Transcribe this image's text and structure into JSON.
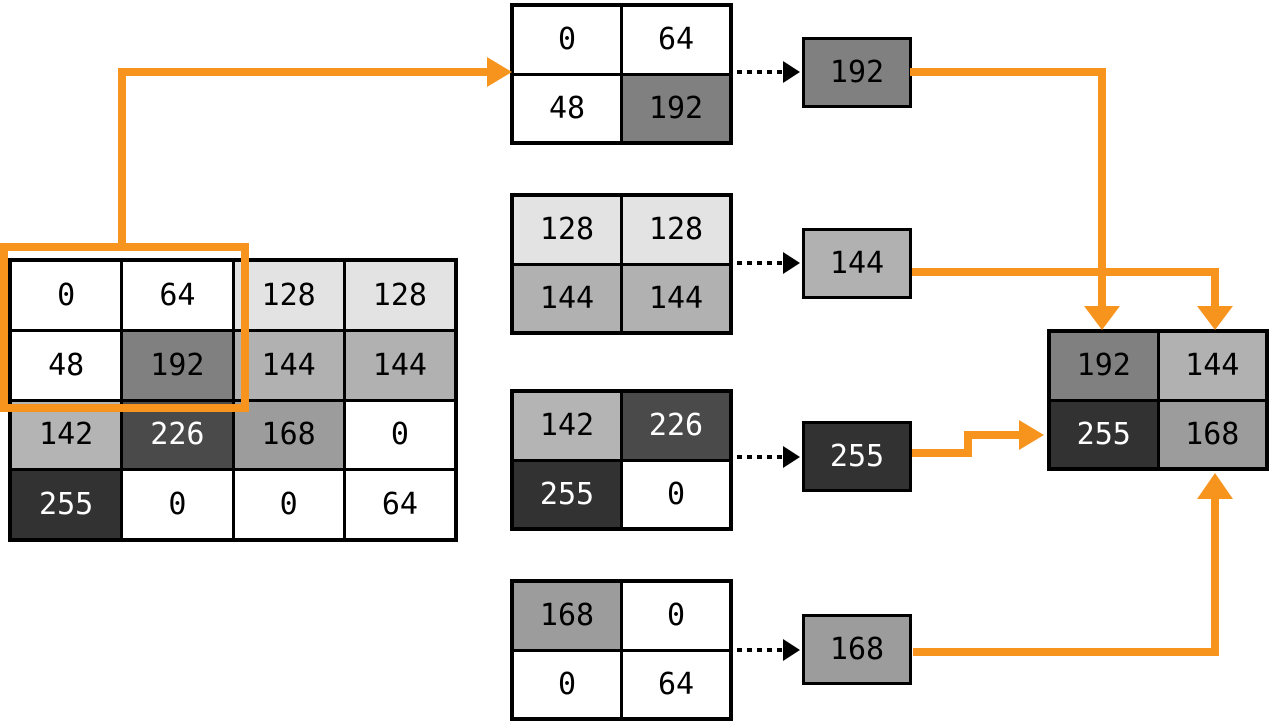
{
  "accent_color": "#F7941E",
  "value_colors": {
    "0": {
      "bg": "#ffffff",
      "fg": "#000000"
    },
    "48": {
      "bg": "#ffffff",
      "fg": "#000000"
    },
    "64": {
      "bg": "#ffffff",
      "fg": "#000000"
    },
    "128": {
      "bg": "#e3e3e3",
      "fg": "#000000"
    },
    "142": {
      "bg": "#b4b4b4",
      "fg": "#000000"
    },
    "144": {
      "bg": "#b1b1b1",
      "fg": "#000000"
    },
    "168": {
      "bg": "#9c9c9c",
      "fg": "#000000"
    },
    "192": {
      "bg": "#808080",
      "fg": "#000000"
    },
    "226": {
      "bg": "#4a4a4a",
      "fg": "#ffffff"
    },
    "255": {
      "bg": "#323232",
      "fg": "#ffffff"
    }
  },
  "input_matrix": {
    "rows": [
      [
        0,
        64,
        128,
        128
      ],
      [
        48,
        192,
        144,
        144
      ],
      [
        142,
        226,
        168,
        0
      ],
      [
        255,
        0,
        0,
        64
      ]
    ]
  },
  "pooling_windows": [
    {
      "cells": [
        [
          0,
          64
        ],
        [
          48,
          192
        ]
      ],
      "max": 192
    },
    {
      "cells": [
        [
          128,
          128
        ],
        [
          144,
          144
        ]
      ],
      "max": 144
    },
    {
      "cells": [
        [
          142,
          226
        ],
        [
          255,
          0
        ]
      ],
      "max": 255
    },
    {
      "cells": [
        [
          168,
          0
        ],
        [
          0,
          64
        ]
      ],
      "max": 168
    }
  ],
  "output_matrix": {
    "rows": [
      [
        192,
        144
      ],
      [
        255,
        168
      ]
    ]
  }
}
